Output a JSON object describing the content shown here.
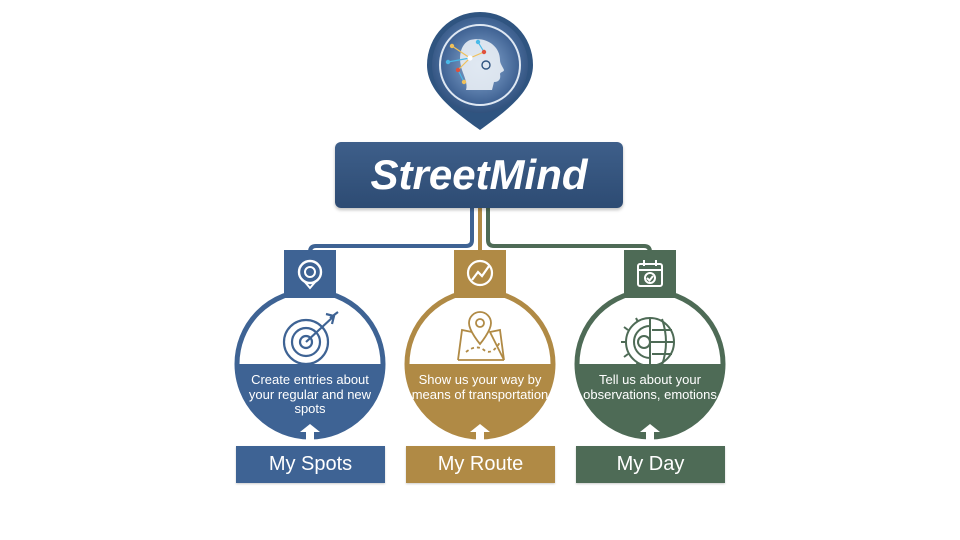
{
  "app": {
    "title": "StreetMind",
    "logo_icon": "ai-head-icon"
  },
  "colors": {
    "blue": "#3e6394",
    "gold": "#b08a45",
    "green": "#4e6b56",
    "title_bg": "#34557f"
  },
  "modules": [
    {
      "label": "My Spots",
      "description": "Create entries about your regular and new spots",
      "top_icon": "location-pin-icon",
      "main_icon": "target-icon"
    },
    {
      "label": "My Route",
      "description": "Show us your  way by means of transportation",
      "top_icon": "trend-line-icon",
      "main_icon": "map-route-icon"
    },
    {
      "label": "My Day",
      "description": "Tell us about your observations, emotions",
      "top_icon": "calendar-check-icon",
      "main_icon": "gear-globe-icon"
    }
  ]
}
